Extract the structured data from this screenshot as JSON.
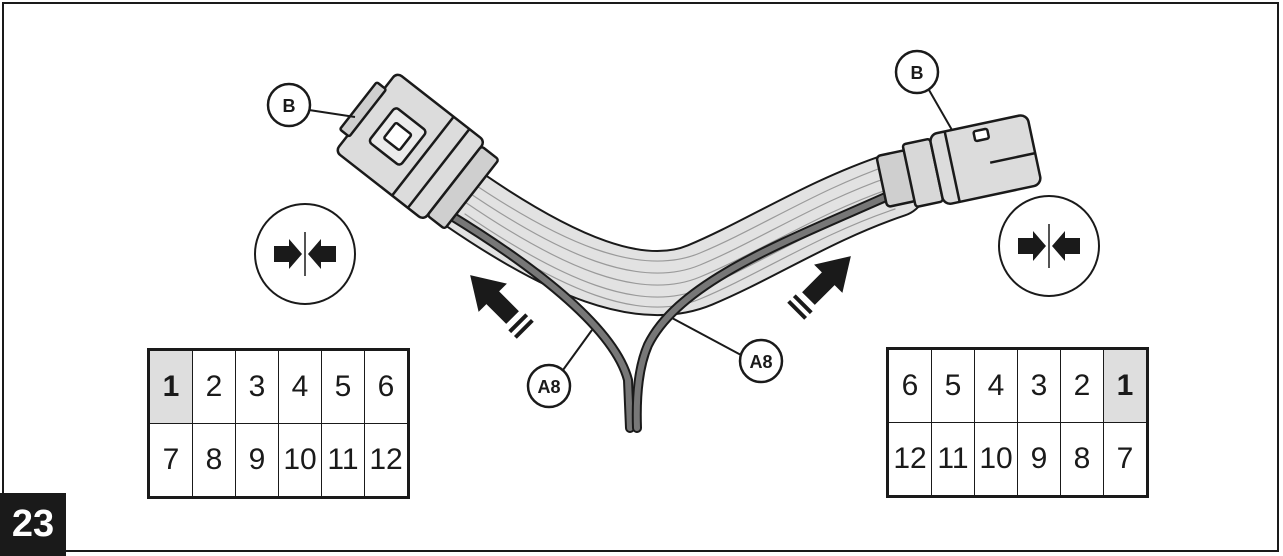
{
  "figure_number": "23",
  "callouts": {
    "connector_left": "B",
    "connector_right": "B",
    "wire_left": "A8",
    "wire_right": "A8"
  },
  "icons": {
    "connect_symbol": "connect-arrows-icon",
    "insert_arrow": "insert-direction-arrow-icon"
  },
  "pin_tables": {
    "left": {
      "highlight_pin": "1",
      "rows": [
        [
          "1",
          "2",
          "3",
          "4",
          "5",
          "6"
        ],
        [
          "7",
          "8",
          "9",
          "10",
          "11",
          "12"
        ]
      ]
    },
    "right": {
      "highlight_pin": "1",
      "rows": [
        [
          "6",
          "5",
          "4",
          "3",
          "2",
          "1"
        ],
        [
          "12",
          "11",
          "10",
          "9",
          "8",
          "7"
        ]
      ]
    }
  }
}
